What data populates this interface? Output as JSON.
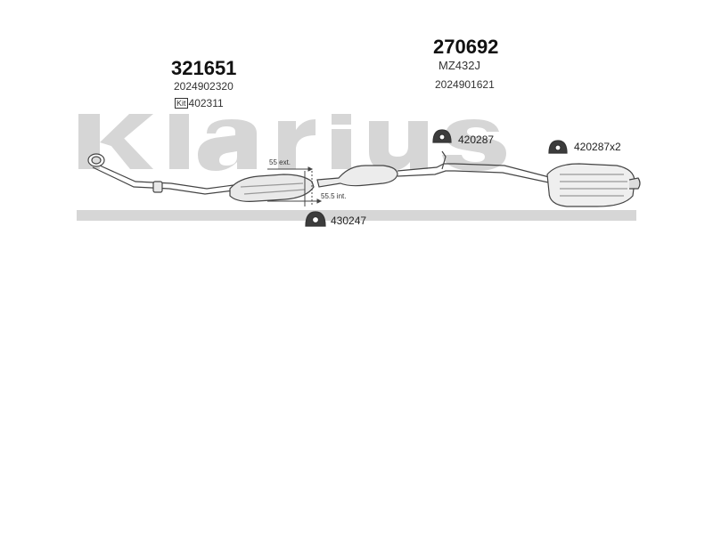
{
  "watermark": {
    "text": "Klarius",
    "color": "#d6d6d6"
  },
  "parts": {
    "front": {
      "number": "321651",
      "oe_code": "2024902320",
      "kit_badge": "Kit",
      "kit_code": "402311"
    },
    "rear": {
      "number": "270692",
      "model_code": "MZ432J",
      "oe_code": "2024901621"
    }
  },
  "hangers": {
    "h1": {
      "label": "420287"
    },
    "h2": {
      "label": "420287x2"
    },
    "h3": {
      "label": "430247"
    }
  },
  "dimensions": {
    "ext": "55 ext.",
    "int": "55.5 int."
  }
}
